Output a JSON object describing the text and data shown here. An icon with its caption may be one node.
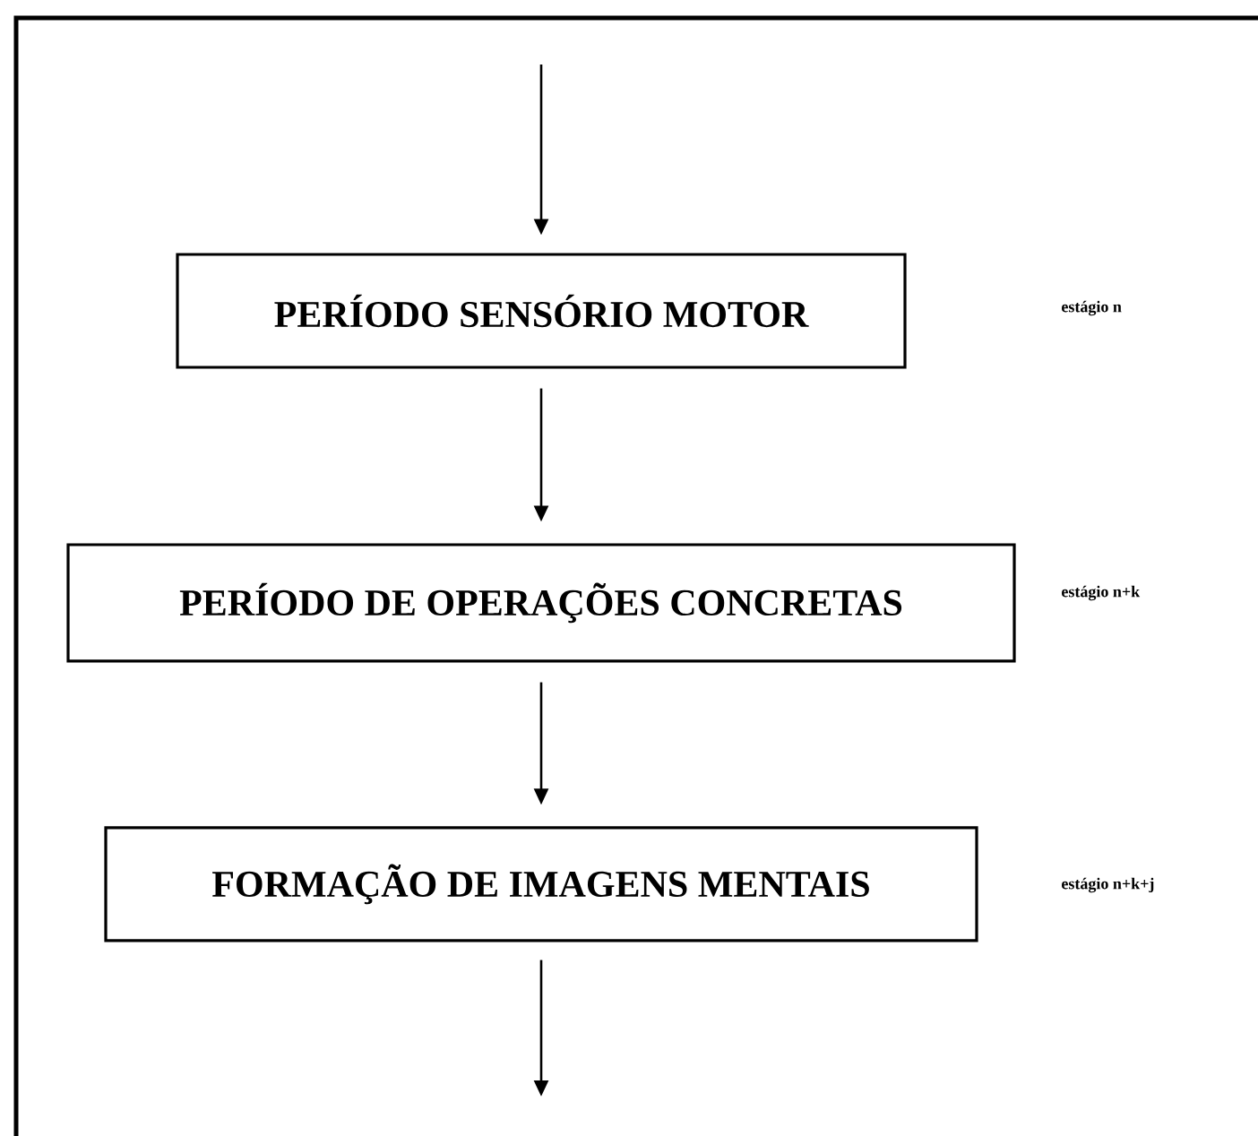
{
  "diagram": {
    "nodes": [
      {
        "text": [
          "PERÍODO SENSÓRIO MOTOR"
        ]
      },
      {
        "text": [
          "PERÍODO DE OPERAÇÕES CONCRETAS"
        ]
      },
      {
        "text": [
          "FORMAÇÃO DE IMAGENS MENTAIS"
        ]
      }
    ],
    "labels": [
      "estágio n",
      "estágio n+k",
      "estágio n+k+j"
    ],
    "edges": [
      {
        "from": null,
        "to": 0,
        "arrow": "to"
      },
      {
        "from": 0,
        "to": 1,
        "arrow": "to"
      },
      {
        "from": 1,
        "to": 2,
        "arrow": "to"
      },
      {
        "from": 2,
        "to": null,
        "arrow": "to"
      }
    ]
  }
}
